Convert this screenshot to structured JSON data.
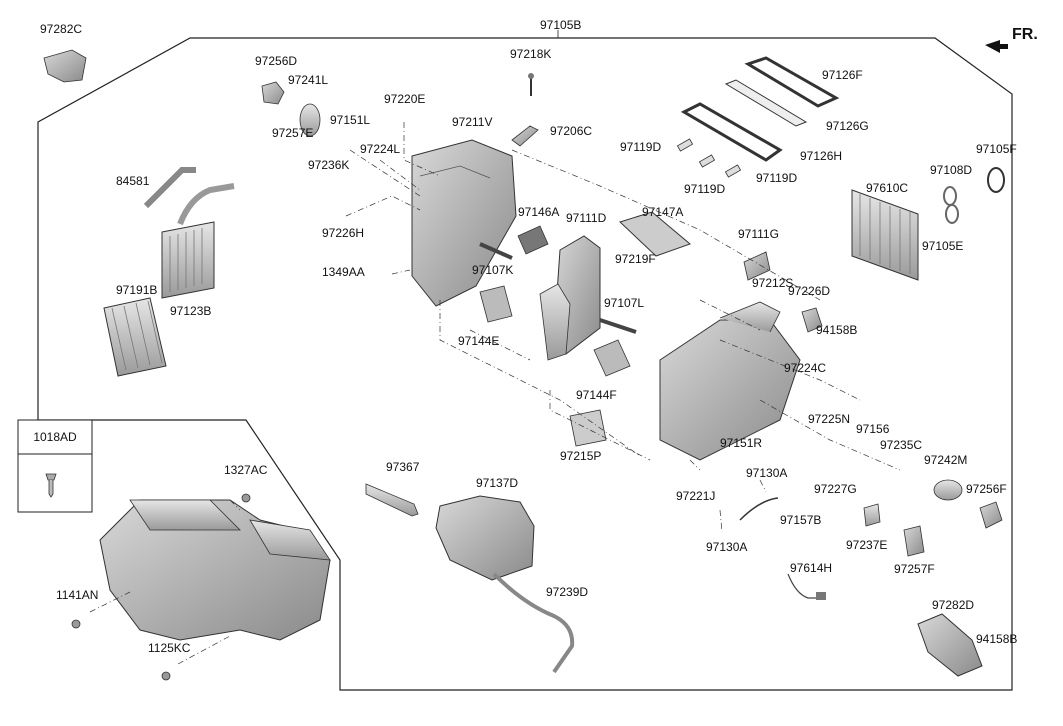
{
  "orientation_label": "FR.",
  "inset_label": "1018AD",
  "part_labels": {
    "p97282C": "97282C",
    "p97105B": "97105B",
    "p97256D": "97256D",
    "p97241L": "97241L",
    "p97218K": "97218K",
    "p97126F": "97126F",
    "p97220E": "97220E",
    "p97151L": "97151L",
    "p97211V": "97211V",
    "p97206C": "97206C",
    "p97126G": "97126G",
    "p97257E": "97257E",
    "p97224L": "97224L",
    "p97119D_a": "97119D",
    "p97126H": "97126H",
    "p97105F": "97105F",
    "p84581": "84581",
    "p97236K": "97236K",
    "p97119D_b": "97119D",
    "p97119D_c": "97119D",
    "p97108D": "97108D",
    "p97610C": "97610C",
    "p97146A": "97146A",
    "p97111D": "97111D",
    "p97147A": "97147A",
    "p97226H": "97226H",
    "p97105E": "97105E",
    "p97111G": "97111G",
    "p1349AA": "1349AA",
    "p97107K": "97107K",
    "p97219F": "97219F",
    "p97191B": "97191B",
    "p97212S": "97212S",
    "p97226D": "97226D",
    "p97123B": "97123B",
    "p97107L": "97107L",
    "p94158B_a": "94158B",
    "p97144E": "97144E",
    "p97224C": "97224C",
    "p97144F": "97144F",
    "p97225N": "97225N",
    "p97156": "97156",
    "p97151R": "97151R",
    "p97235C": "97235C",
    "p97215P": "97215P",
    "p97242M": "97242M",
    "p1327AC": "1327AC",
    "p97367": "97367",
    "p97130A_a": "97130A",
    "p97227G": "97227G",
    "p97256F": "97256F",
    "p97137D": "97137D",
    "p97221J": "97221J",
    "p97157B": "97157B",
    "p97237E": "97237E",
    "p97257F": "97257F",
    "p97130A_b": "97130A",
    "p97614H": "97614H",
    "p97239D": "97239D",
    "p1141AN": "1141AN",
    "p97282D": "97282D",
    "p94158B_b": "94158B",
    "p1125KC": "1125KC"
  }
}
